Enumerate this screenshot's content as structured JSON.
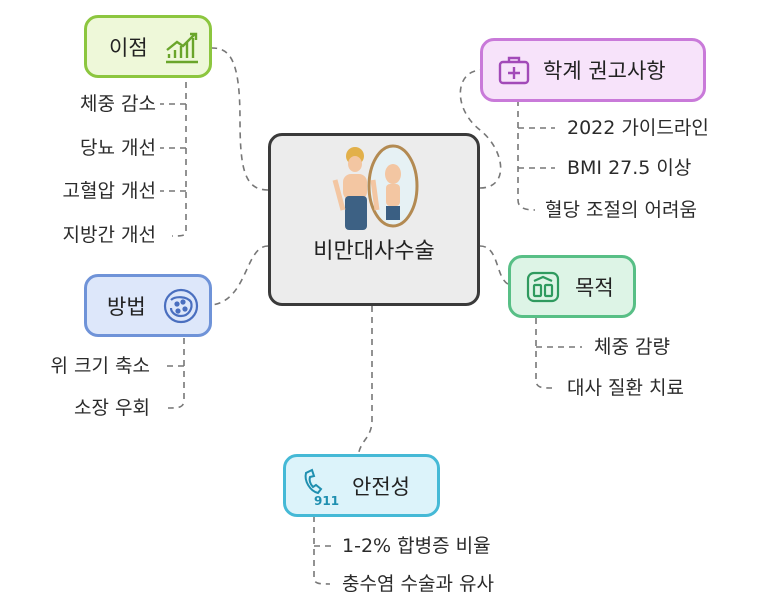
{
  "center": {
    "label": "비만대사수술"
  },
  "benefits": {
    "title": "이점",
    "icon": "rising-chart-icon",
    "color": "#8cc63f",
    "fill": "#eef8d9",
    "items": [
      "체중 감소",
      "당뇨 개선",
      "고혈압 개선",
      "지방간 개선"
    ]
  },
  "recommend": {
    "title": "학계 권고사항",
    "icon": "medical-kit-icon",
    "color": "#c97ad9",
    "fill": "#f7e3fa",
    "items": [
      "2022 가이드라인",
      "BMI 27.5 이상",
      "혈당 조절의 어려움"
    ]
  },
  "method": {
    "title": "방법",
    "icon": "stomach-icon",
    "color": "#6f93d8",
    "fill": "#dde7fa",
    "items": [
      "위 크기 축소",
      "소장 우회"
    ]
  },
  "purpose": {
    "title": "목적",
    "icon": "scale-icon",
    "color": "#58bf86",
    "fill": "#ddf4e6",
    "items": [
      "체중 감량",
      "대사 질환 치료"
    ]
  },
  "safety": {
    "title": "안전성",
    "icon": "phone-911-icon",
    "icon_text": "911",
    "color": "#45b9d6",
    "fill": "#dcf3fa",
    "items": [
      "1-2% 합병증 비율",
      "충수염 수술과 유사"
    ]
  }
}
